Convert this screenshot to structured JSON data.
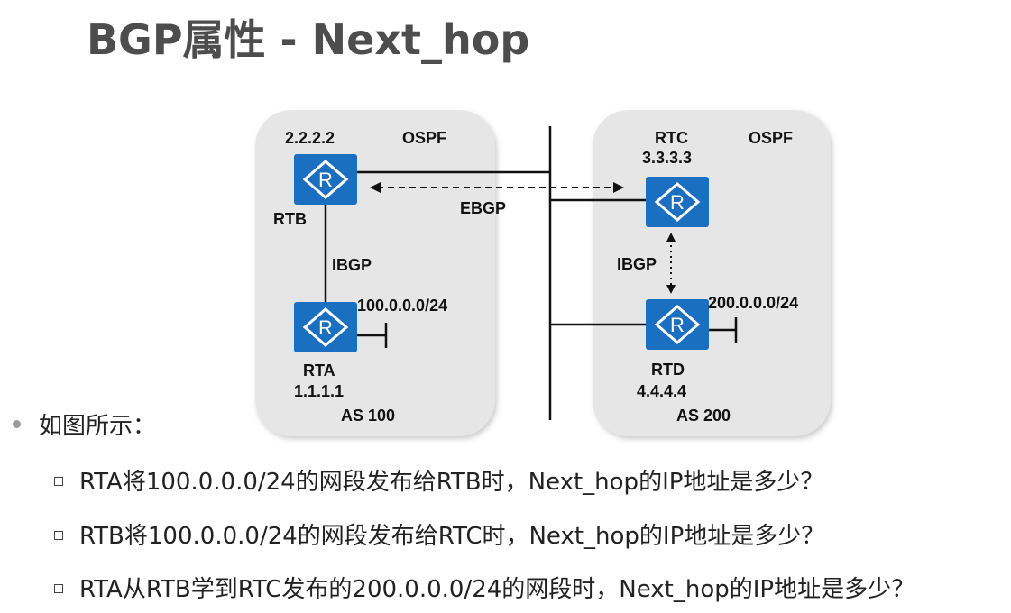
{
  "slide": {
    "title": "BGP属性 - Next_hop"
  },
  "diagram": {
    "left_as": {
      "protocol": "OSPF",
      "as_label": "AS 100"
    },
    "right_as": {
      "protocol": "OSPF",
      "as_label": "AS 200"
    },
    "routers": {
      "rtb": {
        "name": "RTB",
        "id": "2.2.2.2"
      },
      "rta": {
        "name": "RTA",
        "id": "1.1.1.1",
        "network": "100.0.0.0/24"
      },
      "rtc": {
        "name": "RTC",
        "id": "3.3.3.3"
      },
      "rtd": {
        "name": "RTD",
        "id": "4.4.4.4",
        "network": "200.0.0.0/24"
      }
    },
    "links": {
      "ebgp": "EBGP",
      "ibgp_left": "IBGP",
      "ibgp_right": "IBGP"
    },
    "router_icon_letter": "R",
    "colors": {
      "router": "#1a6fc0",
      "as_box": "#e6e6e6"
    }
  },
  "bullets": {
    "intro": "如图所示：",
    "questions": [
      "RTA将100.0.0.0/24的网段发布给RTB时，Next_hop的IP地址是多少？",
      "RTB将100.0.0.0/24的网段发布给RTC时，Next_hop的IP地址是多少？",
      "RTA从RTB学到RTC发布的200.0.0.0/24的网段时，Next_hop的IP地址是多少？"
    ]
  }
}
